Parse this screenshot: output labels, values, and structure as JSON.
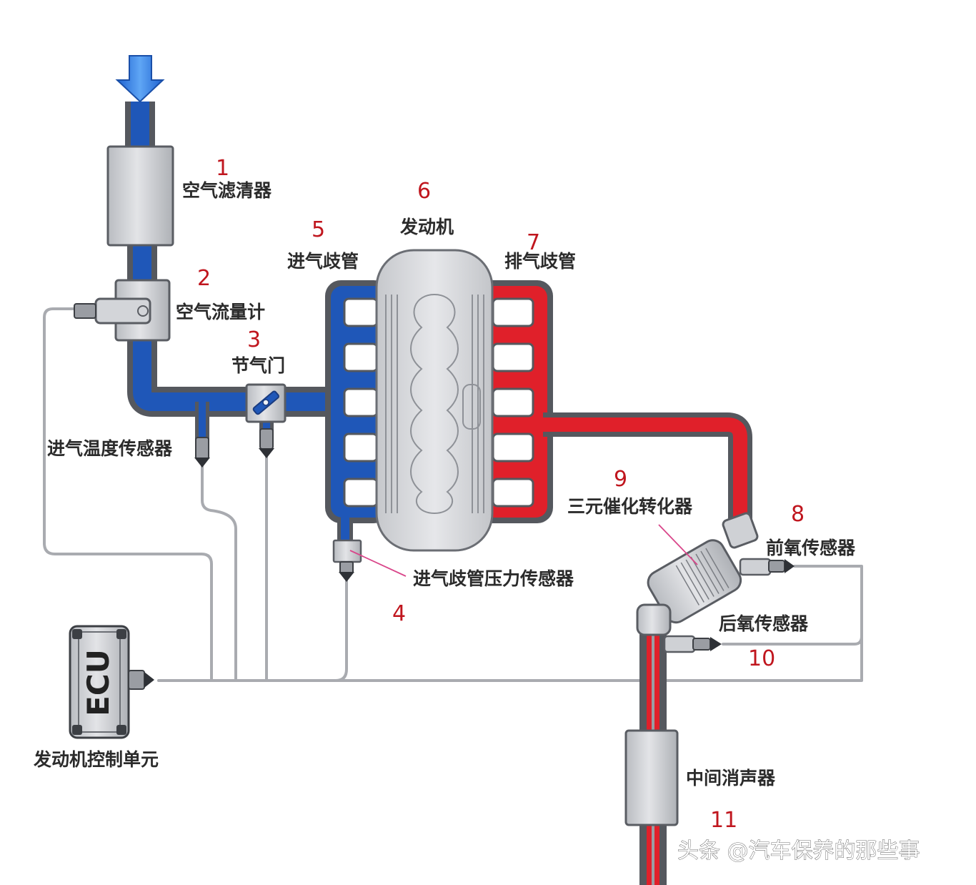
{
  "labels": {
    "air_filter": "空气滤清器",
    "mass_air_flow": "空气流量计",
    "throttle": "节气门",
    "intake_temp_sensor": "进气温度传感器",
    "intake_manifold": "进气歧管",
    "engine": "发动机",
    "exhaust_manifold": "排气歧管",
    "map_sensor": "进气歧管压力传感器",
    "catalytic_converter": "三元催化转化器",
    "front_o2": "前氧传感器",
    "rear_o2": "后氧传感器",
    "ecu_unit": "发动机控制单元",
    "middle_muffler": "中间消声器",
    "ecu_text": "ECU"
  },
  "numbers": {
    "n1": "1",
    "n2": "2",
    "n3": "3",
    "n4": "4",
    "n5": "5",
    "n6": "6",
    "n7": "7",
    "n8": "8",
    "n9": "9",
    "n10": "10",
    "n11": "11"
  },
  "watermark": "头条 @汽车保养的那些事",
  "colors": {
    "intake": "#1f57b8",
    "exhaust": "#e0202a",
    "pipe_shell": "#8b8d92",
    "component": "#cfd1d5",
    "wire": "#a9abb0",
    "number": "#c0161e",
    "arrow": "#2f7fe6"
  }
}
